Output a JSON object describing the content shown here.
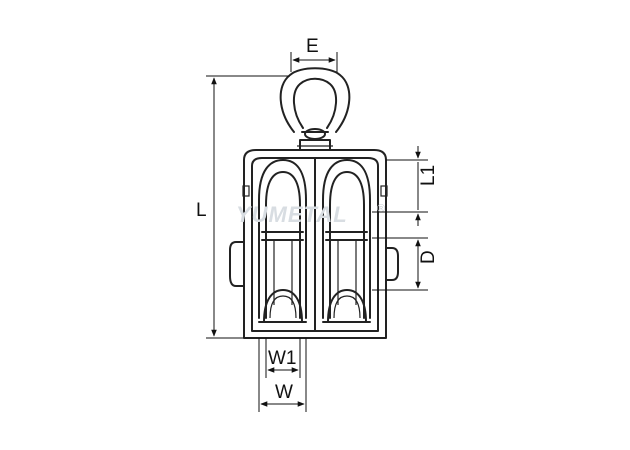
{
  "figure": {
    "watermark": {
      "text": "YUMETAL",
      "mark": "®"
    },
    "dimensions": {
      "E": "E",
      "L": "L",
      "L1": "L1",
      "D": "D",
      "W1": "W1",
      "W": "W"
    }
  }
}
